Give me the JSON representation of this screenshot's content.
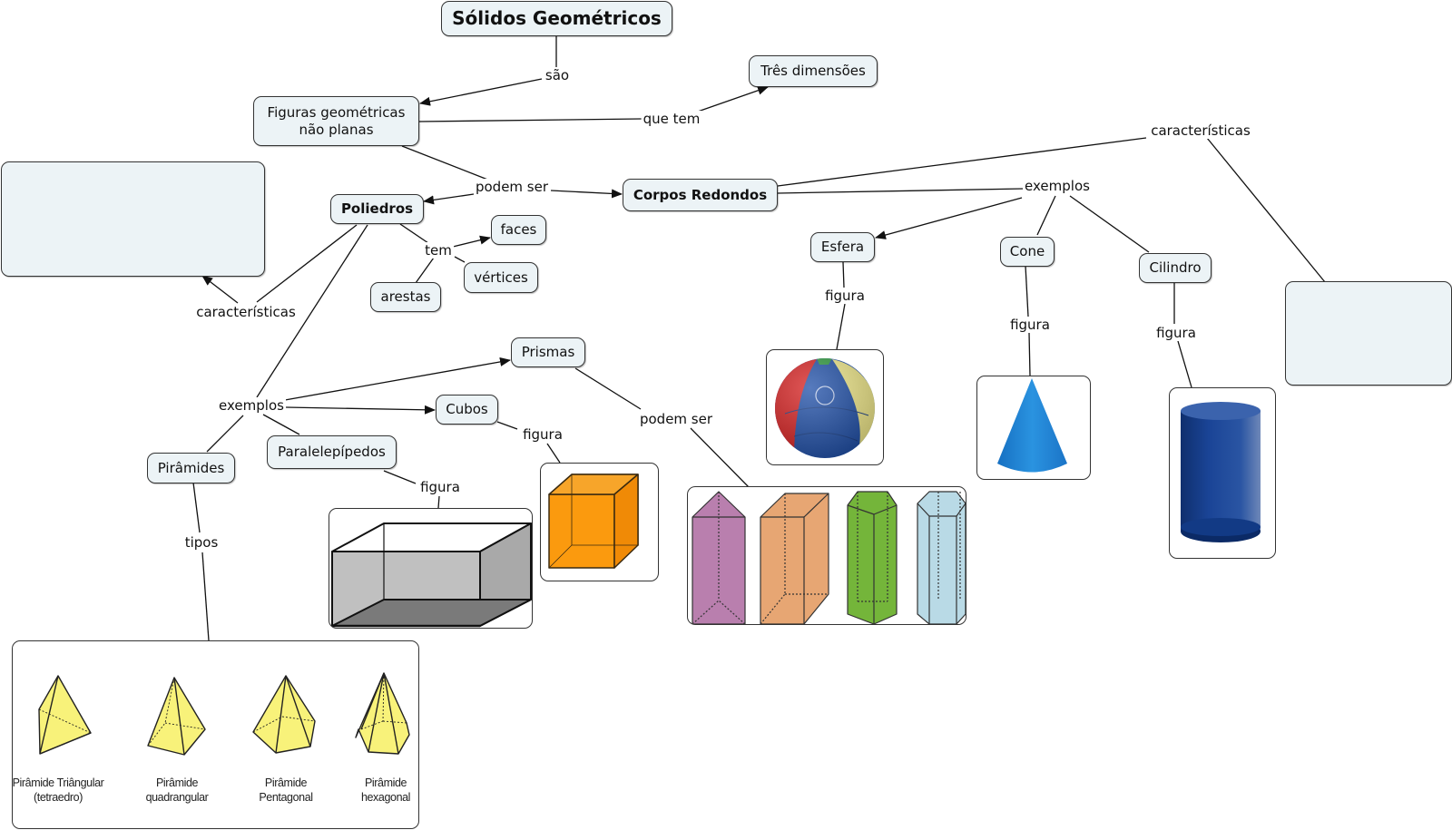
{
  "diagram": {
    "title": "Sólidos Geométricos",
    "concepts": {
      "figuras": "Figuras geométricas não planas",
      "figuras_line1": "Figuras geométricas",
      "figuras_line2": "não planas",
      "tres_dimensoes": "Três dimensões",
      "poliedros": "Poliedros",
      "corpos_redondos": "Corpos Redondos",
      "faces": "faces",
      "vertices": "vértices",
      "arestas": "arestas",
      "prismas": "Prismas",
      "cubos": "Cubos",
      "paralelepipedos": "Paralelepípedos",
      "piramides": "Pirâmides",
      "esfera": "Esfera",
      "cone": "Cone",
      "cilindro": "Cilindro",
      "poliedros_caracteristicas": "",
      "corpos_caracteristicas": ""
    },
    "linking_phrases": {
      "sao": "são",
      "que_tem": "que tem",
      "podem_ser": "podem ser",
      "tem": "tem",
      "caracteristicas_poliedros": "características",
      "caracteristicas_corpos": "características",
      "exemplos_poliedros": "exemplos",
      "exemplos_corpos": "exemplos",
      "figura_cubos": "figura",
      "figura_paralelepipedos": "figura",
      "podem_ser_prismas": "podem ser",
      "tipos": "tipos",
      "figura_esfera": "figura",
      "figura_cone": "figura",
      "figura_cilindro": "figura"
    },
    "images": {
      "pyramids": {
        "captions": [
          {
            "line1": "Pirâmide Triângular",
            "line2": "(tetraedro)"
          },
          {
            "line1": "Pirâmide",
            "line2": "quadrangular"
          },
          {
            "line1": "Pirâmide",
            "line2": "Pentagonal"
          },
          {
            "line1": "Pirâmide",
            "line2": "hexagonal"
          }
        ],
        "color": "#f8f27a"
      },
      "paralelepipedo": {
        "color": "#b9b9b9",
        "base_color": "#7a7a7a"
      },
      "cubo": {
        "color": "#fb9a0e"
      },
      "prismas": {
        "colors": [
          "#b97fae",
          "#e7a673",
          "#74b53a",
          "#b9dae6"
        ]
      },
      "esfera": {
        "colors": [
          "#1f4fa8",
          "#d61f1f",
          "#f2ea8a",
          "#2e9a3d"
        ]
      },
      "cone": {
        "color": "#1f86d6"
      },
      "cilindro": {
        "color": "#17408e"
      }
    }
  },
  "colors": {
    "node_fill": "#ecf3f6",
    "node_border": "#333333",
    "link": "#111111"
  }
}
